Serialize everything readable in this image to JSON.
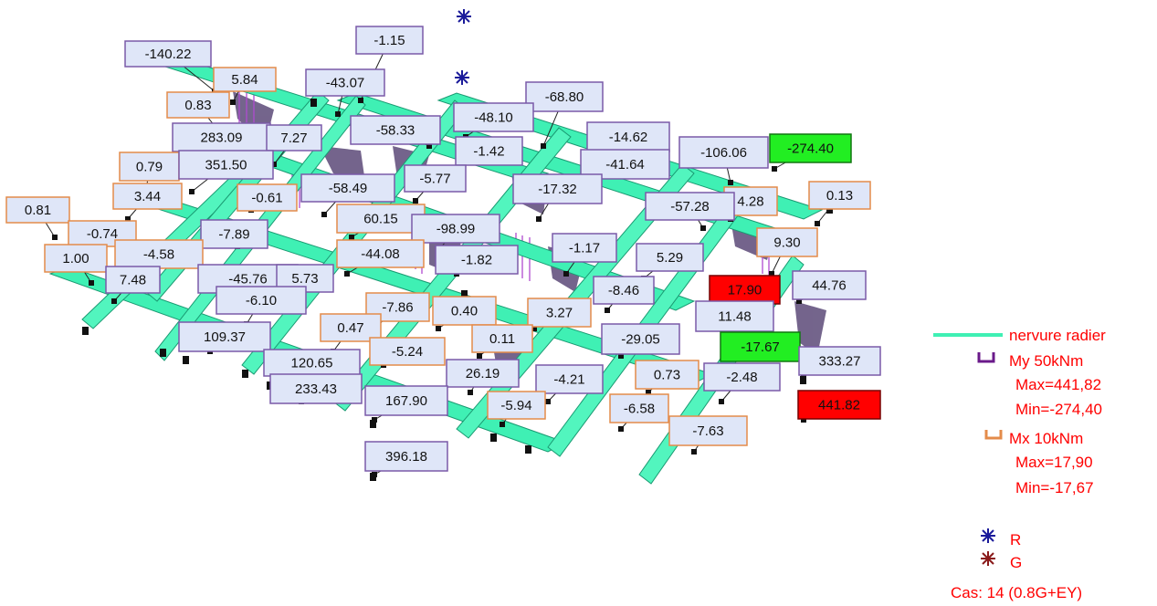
{
  "legend": {
    "nervure_label": "nervure radier",
    "my_label": "My  50kNm",
    "my_max": "Max=441,82",
    "my_min": "Min=-274,40",
    "mx_label": "Mx  10kNm",
    "mx_max": "Max=17,90",
    "mx_min": "Min=-17,67",
    "r_label": "R",
    "g_label": "G",
    "case_label": "Cas: 14 (0.8G+EY)"
  },
  "colors": {
    "beam": "#3ff0b4",
    "beam_edge": "#1a9a72",
    "diagram_fill": "#5c4a78",
    "my_box_border": "#7a5aa8",
    "mx_box_border": "#e48b4a",
    "box_fill": "#dfe6f8",
    "max_fill": "#ff0000",
    "min_fill": "#22ee22",
    "legend_text": "#ff0000"
  },
  "icons": [
    "support-star-icon",
    "my-bracket-icon",
    "mx-bracket-icon",
    "r-star-icon",
    "g-star-icon"
  ],
  "labels": [
    {
      "text": "-140.22",
      "type": "my"
    },
    {
      "text": "5.84",
      "type": "mx"
    },
    {
      "text": "-1.15",
      "type": "my"
    },
    {
      "text": "-43.07",
      "type": "my"
    },
    {
      "text": "0.83",
      "type": "mx"
    },
    {
      "text": "-68.80",
      "type": "my"
    },
    {
      "text": "-48.10",
      "type": "my"
    },
    {
      "text": "-58.33",
      "type": "my"
    },
    {
      "text": "283.09",
      "type": "my"
    },
    {
      "text": "7.27",
      "type": "my"
    },
    {
      "text": "-14.62",
      "type": "my"
    },
    {
      "text": "-1.42",
      "type": "my"
    },
    {
      "text": "-106.06",
      "type": "my"
    },
    {
      "text": "-274.40",
      "type": "min"
    },
    {
      "text": "0.79",
      "type": "mx"
    },
    {
      "text": "351.50",
      "type": "my"
    },
    {
      "text": "-41.64",
      "type": "my"
    },
    {
      "text": "-5.77",
      "type": "my"
    },
    {
      "text": "3.44",
      "type": "mx"
    },
    {
      "text": "-58.49",
      "type": "my"
    },
    {
      "text": "-17.32",
      "type": "my"
    },
    {
      "text": "-0.61",
      "type": "mx"
    },
    {
      "text": "4.28",
      "type": "mx"
    },
    {
      "text": "0.13",
      "type": "mx"
    },
    {
      "text": "0.81",
      "type": "mx"
    },
    {
      "text": "-57.28",
      "type": "my"
    },
    {
      "text": "60.15",
      "type": "mx"
    },
    {
      "text": "-0.74",
      "type": "mx"
    },
    {
      "text": "-98.99",
      "type": "my"
    },
    {
      "text": "-7.89",
      "type": "my"
    },
    {
      "text": "-44.08",
      "type": "mx"
    },
    {
      "text": "-4.58",
      "type": "mx"
    },
    {
      "text": "9.30",
      "type": "mx"
    },
    {
      "text": "1.00",
      "type": "mx"
    },
    {
      "text": "-1.82",
      "type": "my"
    },
    {
      "text": "-1.17",
      "type": "my"
    },
    {
      "text": "5.29",
      "type": "my"
    },
    {
      "text": "7.48",
      "type": "my"
    },
    {
      "text": "-45.76",
      "type": "my"
    },
    {
      "text": "5.73",
      "type": "my"
    },
    {
      "text": "-8.46",
      "type": "my"
    },
    {
      "text": "17.90",
      "type": "max"
    },
    {
      "text": "44.76",
      "type": "my"
    },
    {
      "text": "-6.10",
      "type": "my"
    },
    {
      "text": "-7.86",
      "type": "mx"
    },
    {
      "text": "0.40",
      "type": "mx"
    },
    {
      "text": "3.27",
      "type": "mx"
    },
    {
      "text": "11.48",
      "type": "my"
    },
    {
      "text": "0.47",
      "type": "mx"
    },
    {
      "text": "0.11",
      "type": "mx"
    },
    {
      "text": "-29.05",
      "type": "my"
    },
    {
      "text": "-17.67",
      "type": "min"
    },
    {
      "text": "109.37",
      "type": "my"
    },
    {
      "text": "-5.24",
      "type": "mx"
    },
    {
      "text": "120.65",
      "type": "my"
    },
    {
      "text": "26.19",
      "type": "my"
    },
    {
      "text": "-4.21",
      "type": "my"
    },
    {
      "text": "0.73",
      "type": "mx"
    },
    {
      "text": "-2.48",
      "type": "my"
    },
    {
      "text": "333.27",
      "type": "my"
    },
    {
      "text": "233.43",
      "type": "my"
    },
    {
      "text": "167.90",
      "type": "my"
    },
    {
      "text": "-5.94",
      "type": "mx"
    },
    {
      "text": "-6.58",
      "type": "mx"
    },
    {
      "text": "441.82",
      "type": "max"
    },
    {
      "text": "-7.63",
      "type": "mx"
    },
    {
      "text": "396.18",
      "type": "my"
    }
  ]
}
